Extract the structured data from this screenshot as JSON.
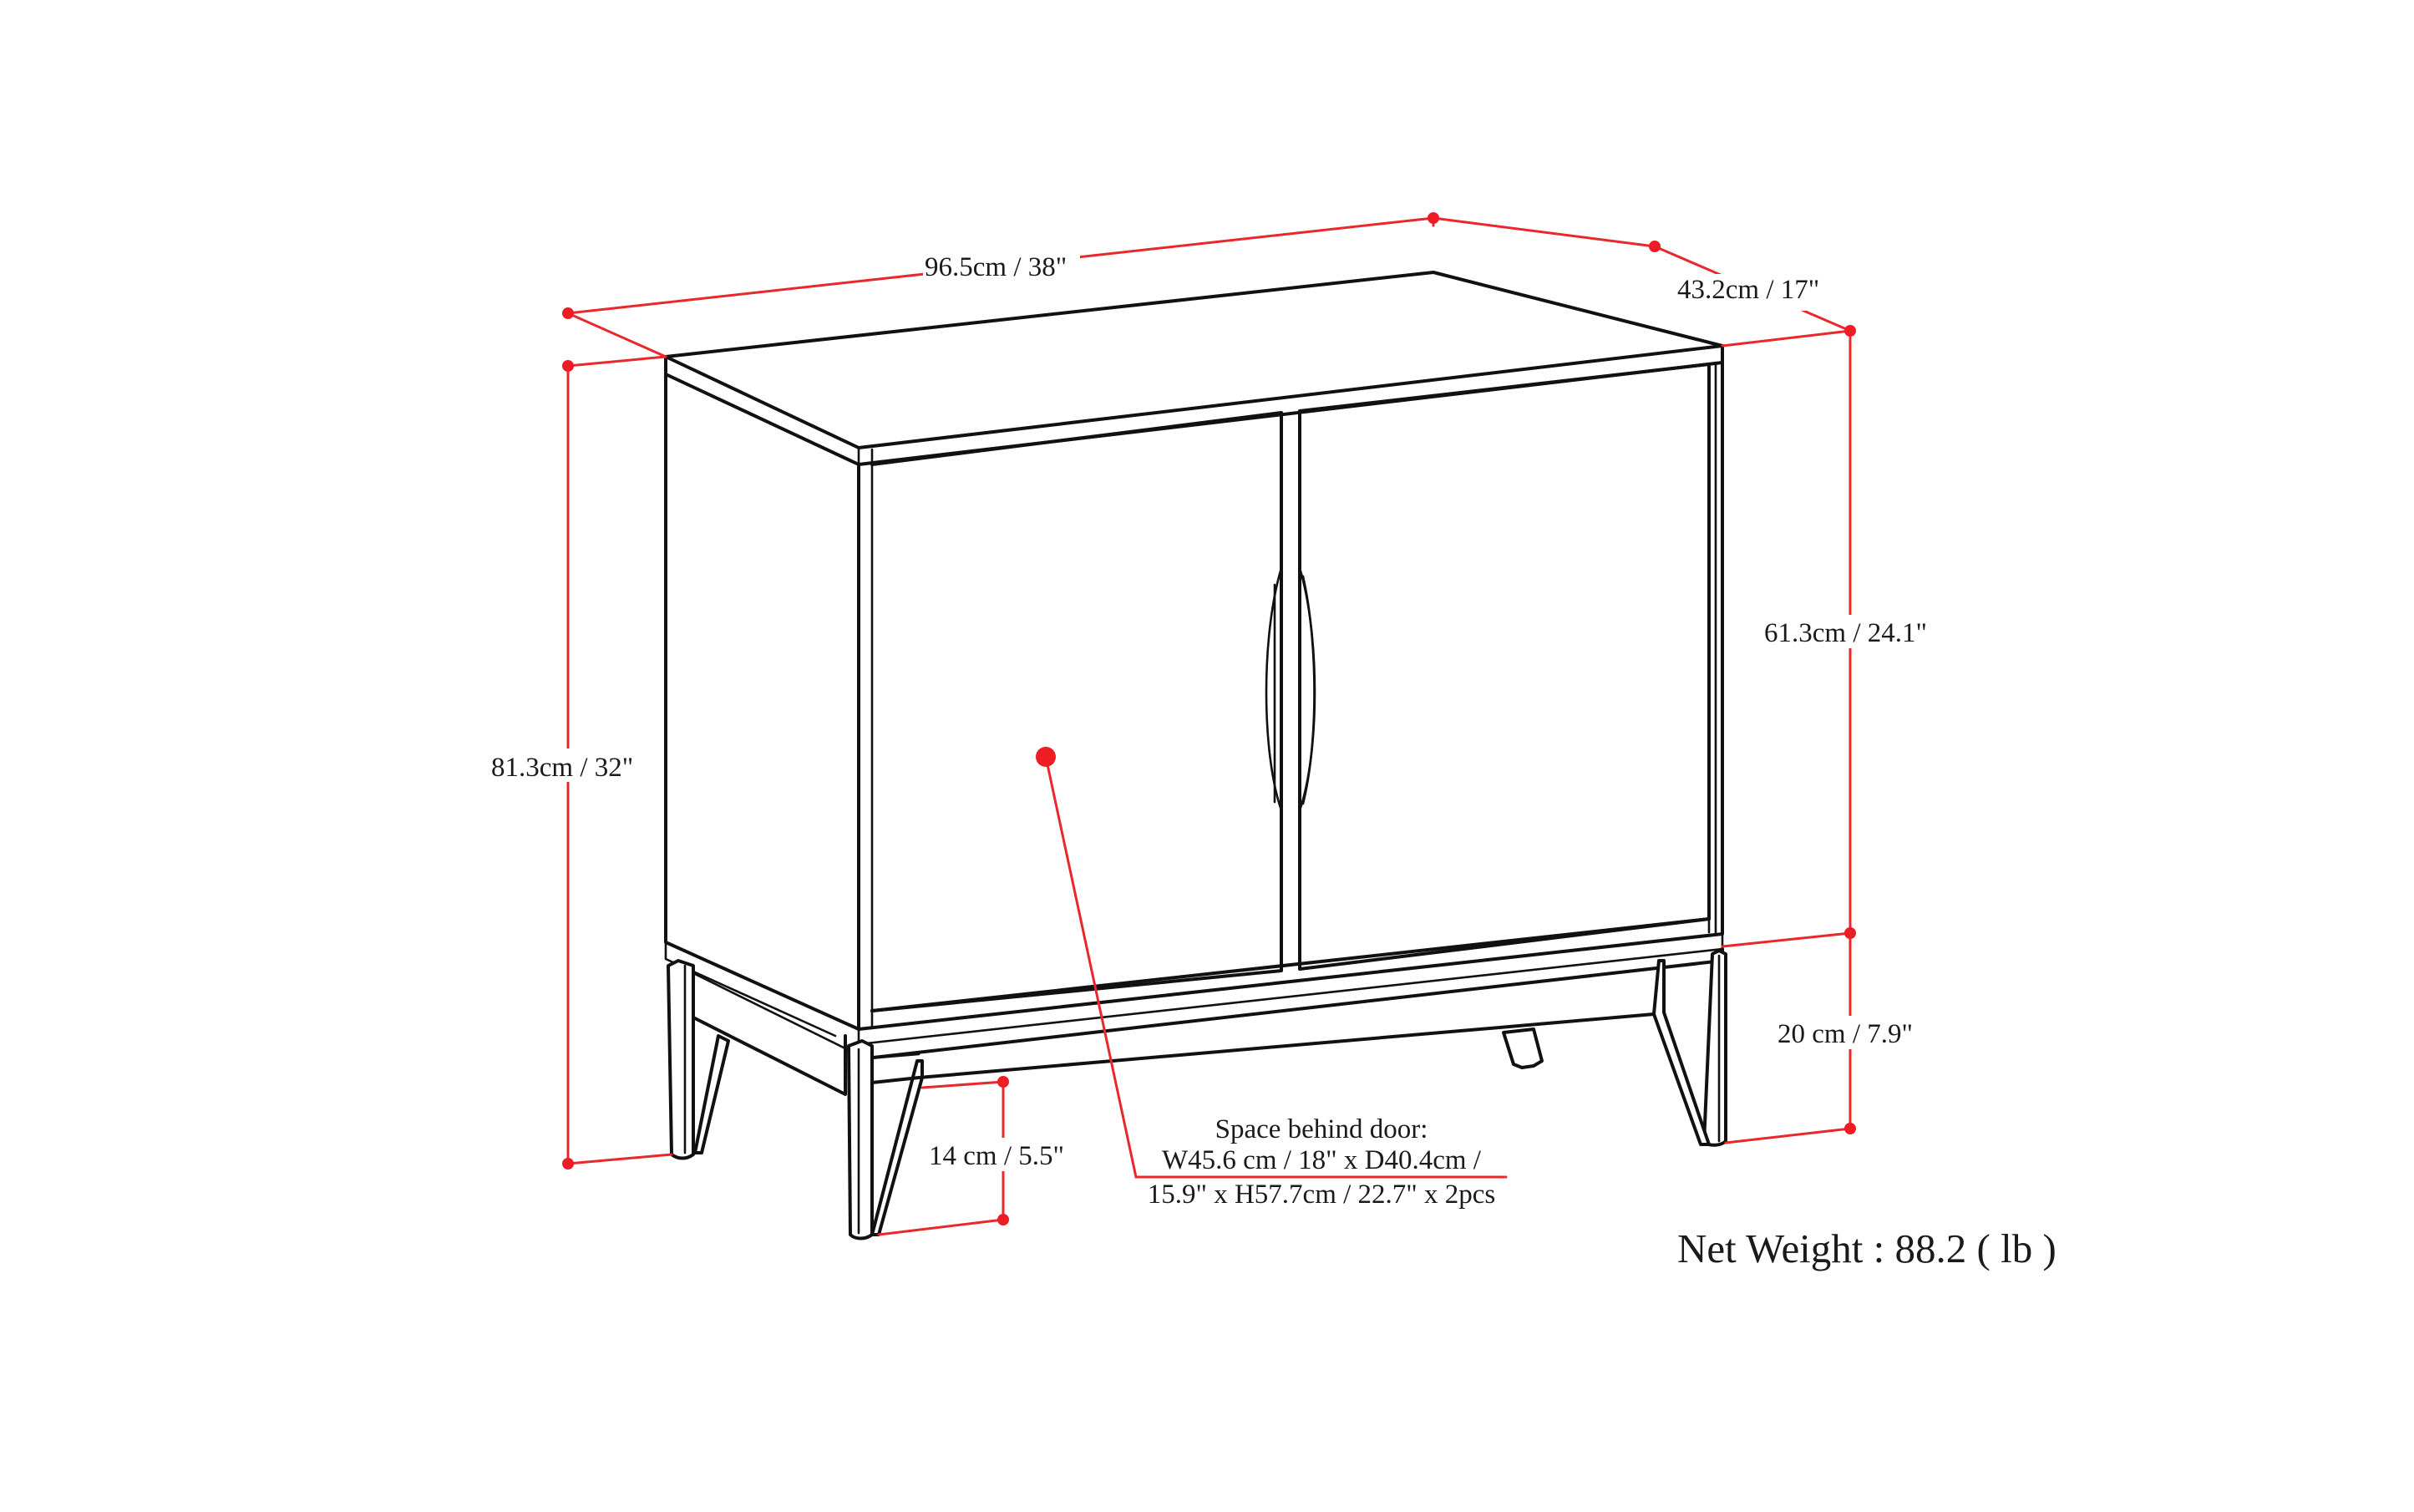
{
  "diagram": {
    "title": "Two-door storage cabinet dimension drawing",
    "colors": {
      "line": "#111111",
      "dimension": "#e8282b",
      "dot": "#ee1c24",
      "background": "#ffffff"
    },
    "dimensions": {
      "width": "96.5cm / 38\"",
      "depth": "43.2cm / 17\"",
      "total_height": "81.3cm / 32\"",
      "body_height": "61.3cm / 24.1\"",
      "leg_height": "20 cm / 7.9\"",
      "clearance": "14 cm / 5.5\""
    },
    "interior": {
      "heading": "Space behind door:",
      "line1": "W45.6 cm / 18\" x D40.4cm /",
      "line2": "15.9\" x H57.7cm / 22.7\" x 2pcs"
    },
    "weight": {
      "label": "Net Weight : 88.2 ( lb )"
    }
  }
}
